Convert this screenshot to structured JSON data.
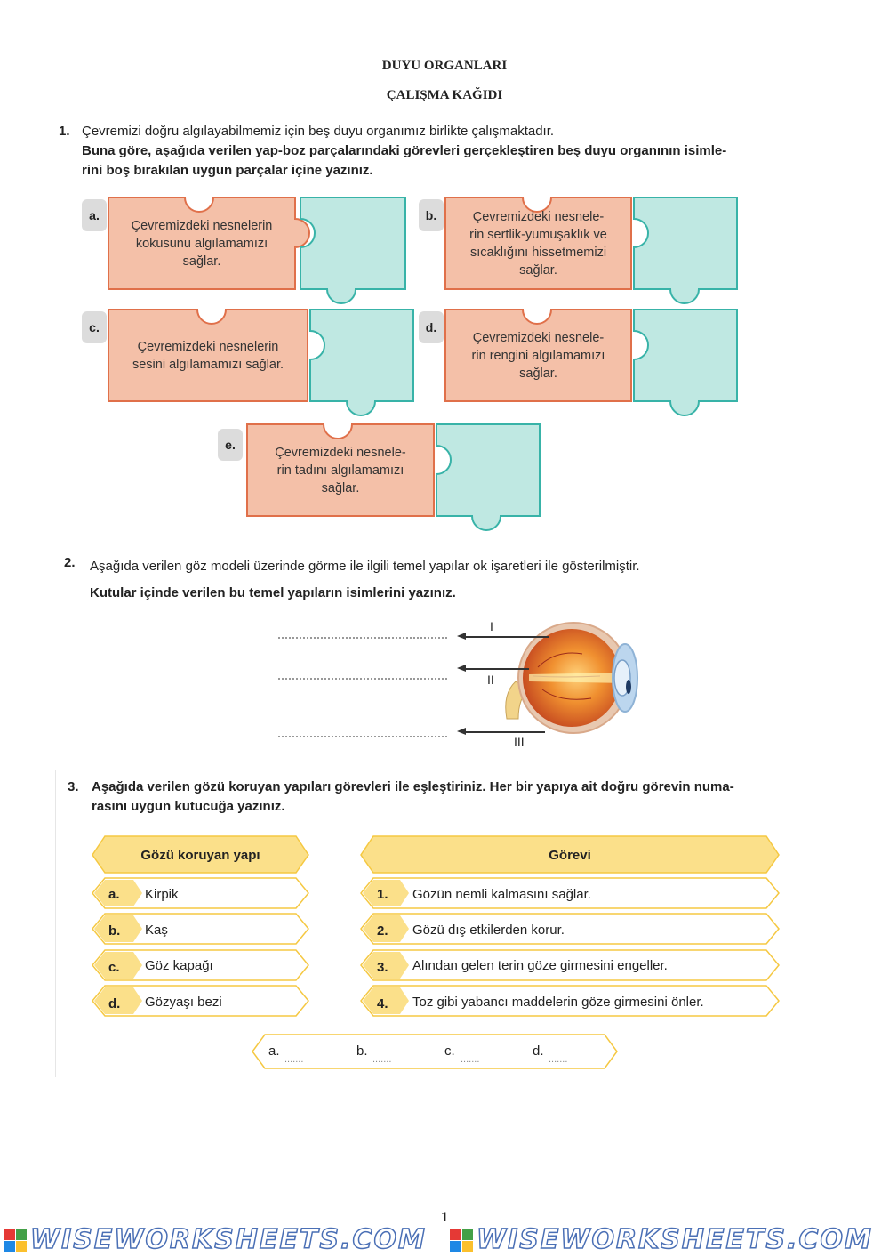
{
  "header": {
    "title": "DUYU ORGANLARI",
    "subtitle": "ÇALIŞMA KAĞIDI"
  },
  "q1": {
    "number": "1.",
    "line1": "Çevremizi doğru algılayabilmemiz için beş duyu organımız birlikte çalışmaktadır.",
    "line2": "Buna göre, aşağıda verilen yap-boz parçalarındaki görevleri gerçekleştiren beş duyu organının isimle-",
    "line3": "rini boş bırakılan uygun parçalar içine yazınız.",
    "pieces": [
      {
        "label": "a.",
        "l1": "Çevremizdeki nesnelerin",
        "l2": "kokusunu algılamamızı",
        "l3": "sağlar.",
        "l4": ""
      },
      {
        "label": "b.",
        "l1": "Çevremizdeki nesnele-",
        "l2": "rin sertlik-yumuşaklık ve",
        "l3": "sıcaklığını hissetmemizi",
        "l4": "sağlar."
      },
      {
        "label": "c.",
        "l1": "Çevremizdeki nesnelerin",
        "l2": "sesini algılamamızı sağlar.",
        "l3": "",
        "l4": ""
      },
      {
        "label": "d.",
        "l1": "Çevremizdeki nesnele-",
        "l2": "rin rengini algılamamızı",
        "l3": "sağlar.",
        "l4": ""
      },
      {
        "label": "e.",
        "l1": "Çevremizdeki nesnele-",
        "l2": "rin tadını algılamamızı",
        "l3": "sağlar.",
        "l4": ""
      }
    ]
  },
  "q2": {
    "number": "2.",
    "line1": "Aşağıda verilen göz modeli üzerinde görme ile ilgili temel yapılar ok işaretleri ile gösterilmiştir.",
    "line2": "Kutular içinde verilen bu temel yapıların isimlerini yazınız.",
    "arrows": [
      "I",
      "II",
      "III"
    ]
  },
  "q3": {
    "number": "3.",
    "line1": "Aşağıda verilen gözü koruyan yapıları görevleri ile eşleştiriniz. Her bir yapıya ait doğru görevin numa-",
    "line2": "rasını uygun kutucuğa yazınız.",
    "left_header": "Gözü koruyan yapı",
    "right_header": "Görevi",
    "left_rows": [
      {
        "letter": "a.",
        "text": "Kirpik"
      },
      {
        "letter": "b.",
        "text": "Kaş"
      },
      {
        "letter": "c.",
        "text": "Göz kapağı"
      },
      {
        "letter": "d.",
        "text": "Gözyaşı bezi"
      }
    ],
    "right_rows": [
      {
        "num": "1.",
        "text": "Gözün nemli kalmasını sağlar."
      },
      {
        "num": "2.",
        "text": "Gözü dış etkilerden korur."
      },
      {
        "num": "3.",
        "text": "Alından gelen terin göze girmesini engeller."
      },
      {
        "num": "4.",
        "text": "Toz gibi yabancı maddelerin göze girmesini önler."
      }
    ],
    "answers": [
      "a.",
      "b.",
      "c.",
      "d."
    ],
    "answer_dots": "......."
  },
  "footer": {
    "page": "1",
    "brand": "WISEWORKSHEETS.COM"
  },
  "colors": {
    "salmon": "#f4c0a8",
    "salmon_border": "#e0704a",
    "teal": "#bfe8e2",
    "teal_border": "#38b3a8",
    "yellow": "#fbe08a",
    "yellow_border": "#f5c842"
  }
}
